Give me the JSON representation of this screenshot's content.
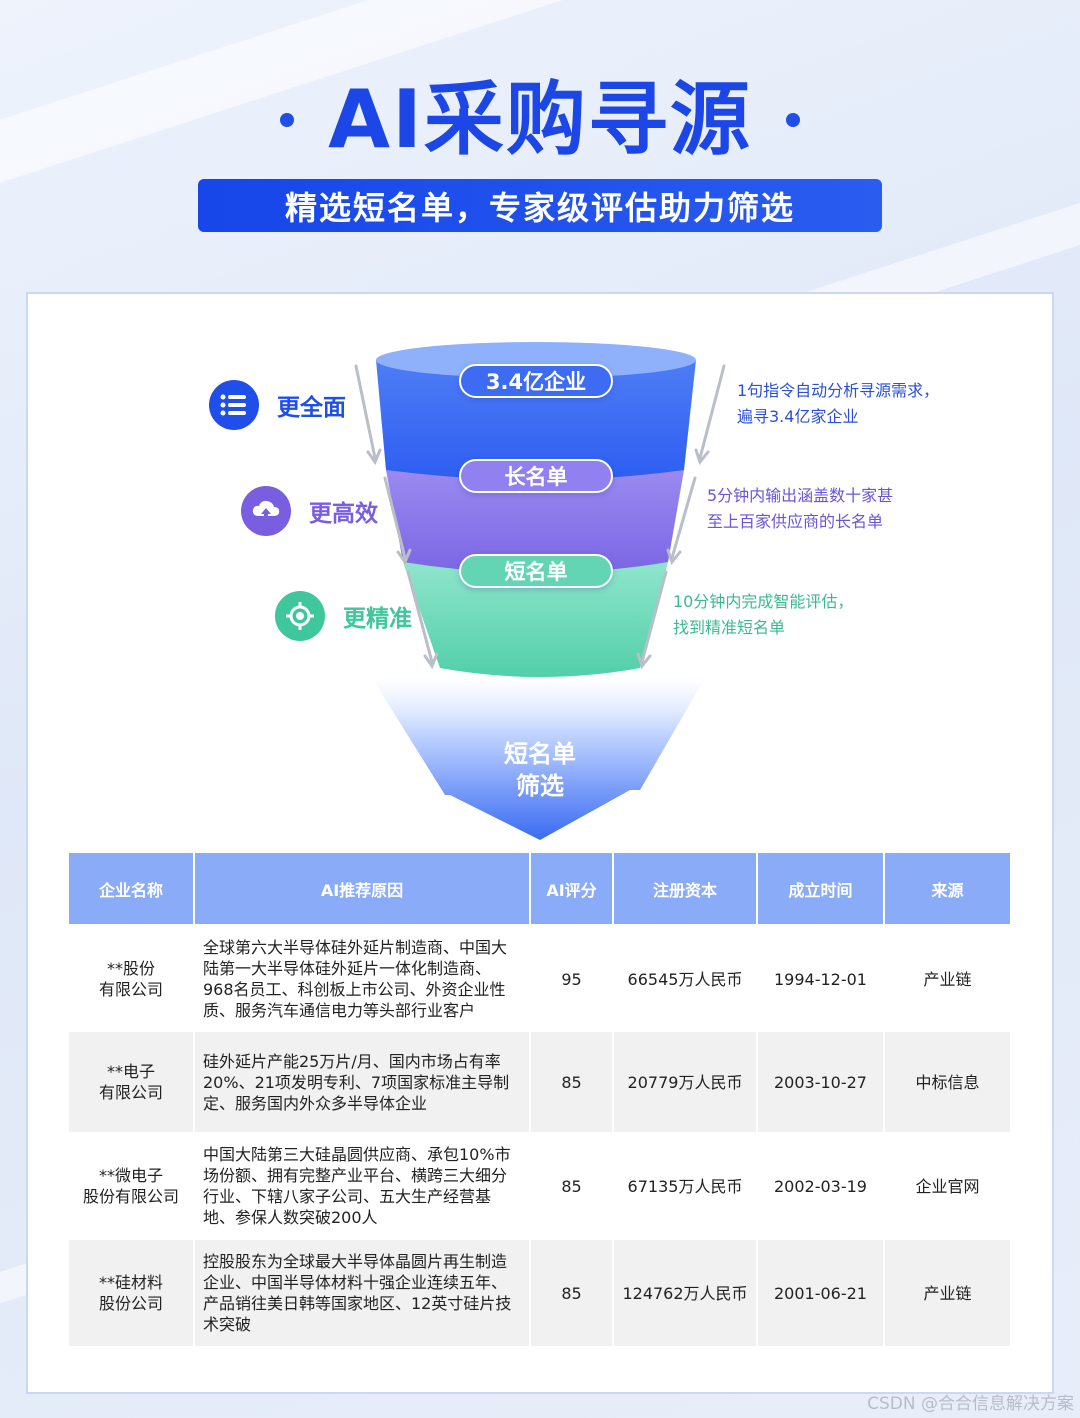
{
  "header": {
    "title": "AI采购寻源",
    "subtitle": "精选短名单，专家级评估助力筛选"
  },
  "features": [
    {
      "label": "更全面",
      "icon": "list-icon",
      "color": "#1f4fe8"
    },
    {
      "label": "更高效",
      "icon": "upload-cloud-icon",
      "color": "#7a5ee0"
    },
    {
      "label": "更精准",
      "icon": "target-icon",
      "color": "#3fc69a"
    }
  ],
  "funnel": {
    "stages": [
      {
        "label": "3.4亿企业",
        "color": "#3767f2"
      },
      {
        "label": "长名单",
        "color": "#8a73ea"
      },
      {
        "label": "短名单",
        "color": "#5ad2b1"
      }
    ],
    "descriptions": [
      {
        "line1": "1句指令自动分析寻源需求，",
        "line2": "遍寻3.4亿家企业",
        "color": "#2b4fd6"
      },
      {
        "line1": "5分钟内输出涵盖数十家甚",
        "line2": "至上百家供应商的长名单",
        "color": "#6b55d6"
      },
      {
        "line1": "10分钟内完成智能评估，",
        "line2": "找到精准短名单",
        "color": "#3aba8f"
      }
    ],
    "arrow_line1": "短名单",
    "arrow_line2": "筛选"
  },
  "table": {
    "headers": [
      "企业名称",
      "AI推荐原因",
      "AI评分",
      "注册资本",
      "成立时间",
      "来源"
    ],
    "rows": [
      {
        "name1": "**股份",
        "name2": "有限公司",
        "reason": "全球第六大半导体硅外延片制造商、中国大陆第一大半导体硅外延片一体化制造商、968名员工、科创板上市公司、外资企业性质、服务汽车通信电力等头部行业客户",
        "score": "95",
        "capital": "66545万人民币",
        "date": "1994-12-01",
        "source": "产业链"
      },
      {
        "name1": "**电子",
        "name2": "有限公司",
        "reason": "硅外延片产能25万片/月、国内市场占有率20%、21项发明专利、7项国家标准主导制定、服务国内外众多半导体企业",
        "score": "85",
        "capital": "20779万人民币",
        "date": "2003-10-27",
        "source": "中标信息"
      },
      {
        "name1": "**微电子",
        "name2": "股份有限公司",
        "reason": "中国大陆第三大硅晶圆供应商、承包10%市场份额、拥有完整产业平台、横跨三大细分行业、下辖八家子公司、五大生产经营基地、参保人数突破200人",
        "score": "85",
        "capital": "67135万人民币",
        "date": "2002-03-19",
        "source": "企业官网"
      },
      {
        "name1": "**硅材料",
        "name2": "股份公司",
        "reason": "控股股东为全球最大半导体晶圆片再生制造企业、中国半导体材料十强企业连续五年、产品销往美日韩等国家地区、12英寸硅片技术突破",
        "score": "85",
        "capital": "124762万人民币",
        "date": "2001-06-21",
        "source": "产业链"
      }
    ]
  },
  "watermark": "CSDN @合合信息解决方案"
}
